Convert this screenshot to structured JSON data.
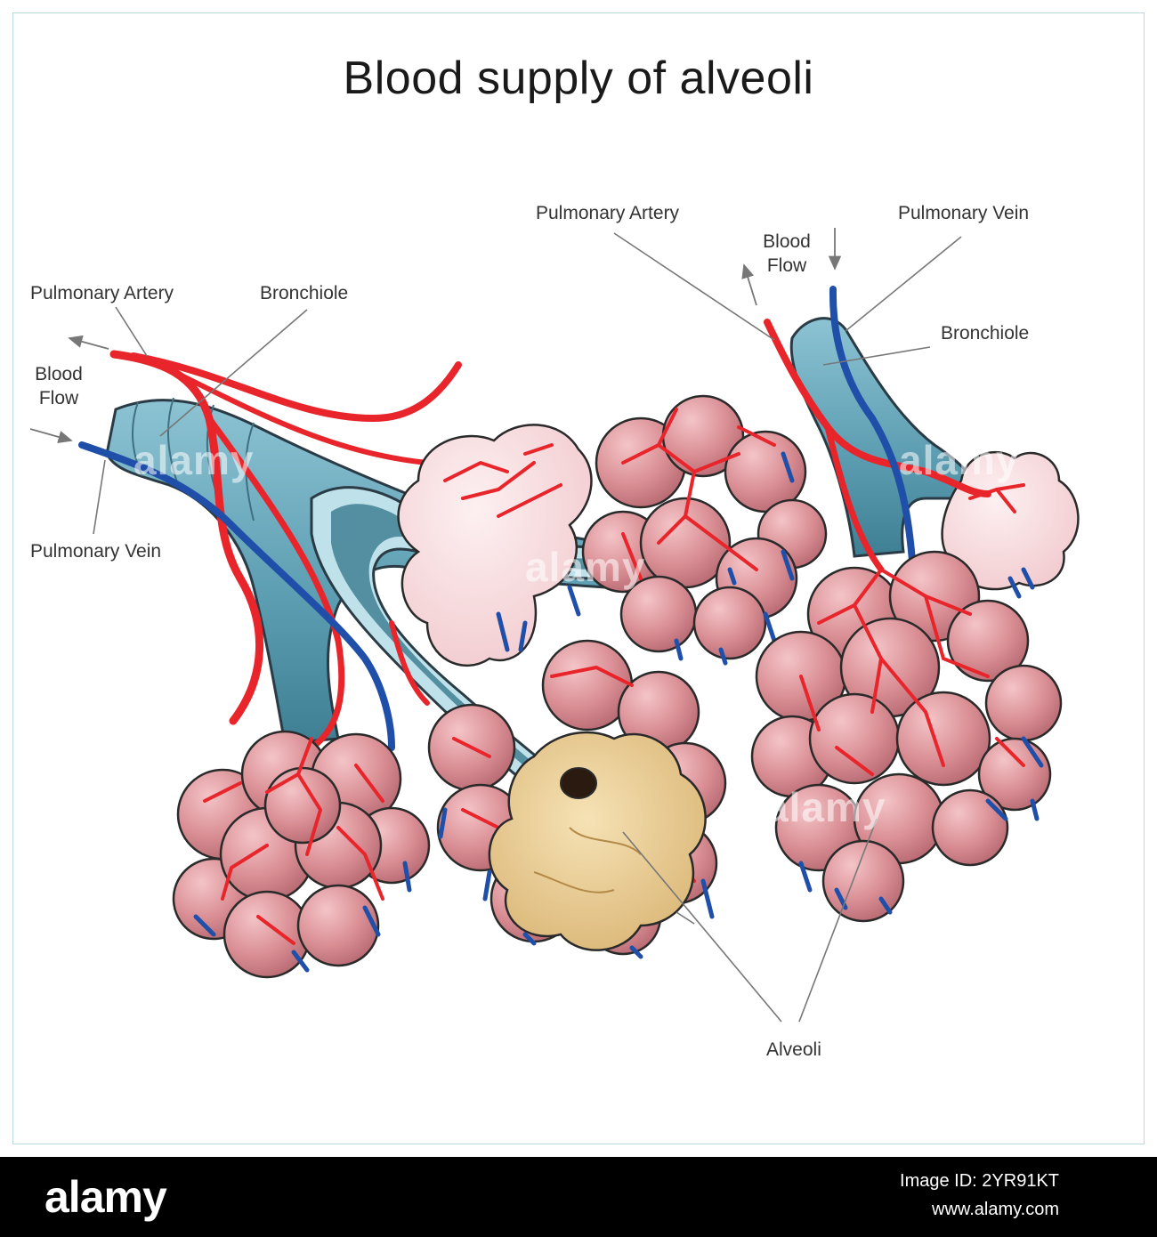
{
  "title": "Blood supply of alveoli",
  "labels": {
    "left_pulmonary_artery": "Pulmonary Artery",
    "left_bronchiole": "Bronchiole",
    "left_blood_flow_1": "Blood",
    "left_blood_flow_2": "Flow",
    "left_pulmonary_vein": "Pulmonary Vein",
    "right_pulmonary_artery": "Pulmonary Artery",
    "right_blood_flow_1": "Blood",
    "right_blood_flow_2": "Flow",
    "right_pulmonary_vein": "Pulmonary Vein",
    "right_bronchiole": "Bronchiole",
    "alveoli": "Alveoli"
  },
  "watermark": "alamy",
  "footer": {
    "logo": "alamy",
    "image_id": "Image ID: 2YR91KT",
    "url": "www.alamy.com"
  },
  "colors": {
    "artery": "#e8252b",
    "vein": "#1f4fa8",
    "bronchiole": "#5f9fb3",
    "alveoli": "#d98e94",
    "alveoli_light": "#f6d6d9",
    "cut_section": "#e6c789"
  }
}
